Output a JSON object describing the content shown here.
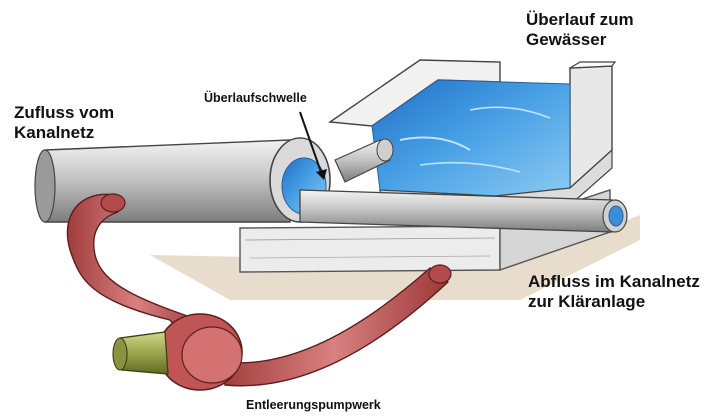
{
  "labels": {
    "ueberlauf_line1": "Überlauf zum",
    "ueberlauf_line2": "Gewässer",
    "zufluss_line1": "Zufluss vom",
    "zufluss_line2": "Kanalnetz",
    "schwelle": "Überlaufschwelle",
    "abfluss_line1": "Abfluss im Kanalnetz",
    "abfluss_line2": "zur Kläranlage",
    "pumpwerk": "Entleerungspumpwerk"
  },
  "colors": {
    "water": "#3b8fd8",
    "pipe_gray": "#b9b9b9",
    "pump_pipe_red": "#c85a5a",
    "pump_motor_green": "#9aa64e",
    "basin_concrete": "#e6e6e6",
    "ground_shadow": "#c9b59a"
  }
}
